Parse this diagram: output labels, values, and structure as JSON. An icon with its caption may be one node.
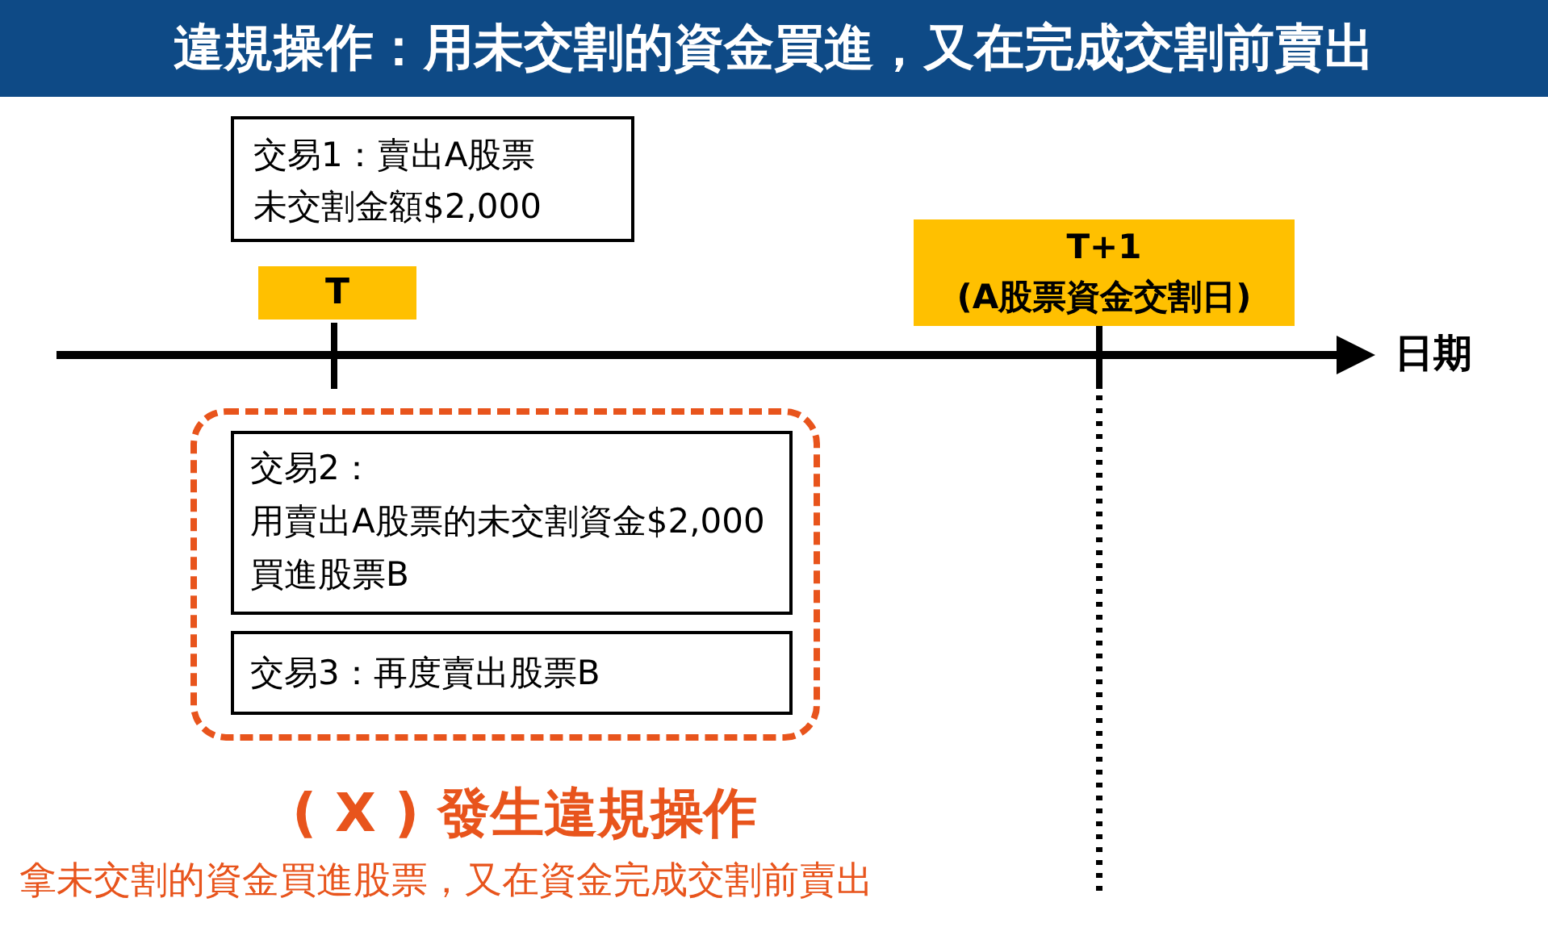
{
  "diagram": {
    "title": "違規操作：用未交割的資金買進，又在完成交割前賣出",
    "nodes": [
      {
        "text": [
          "交易1：賣出A股票",
          "未交割金額$2,000"
        ]
      },
      {
        "text": [
          "T"
        ]
      },
      {
        "text": [
          "T+1",
          "(A股票資金交割日)"
        ]
      },
      {
        "text": [],
        "shape": "box"
      },
      {
        "text": [
          "交易2：",
          "用賣出A股票的未交割資金$2,000買進股票B"
        ],
        "in": 3
      },
      {
        "text": [
          "交易3：再度賣出股票B"
        ],
        "in": 3
      }
    ],
    "labels": [
      "日期",
      "( X ) 發生違規操作",
      "拿未交割的資金買進股票，又在資金完成交割前賣出"
    ]
  }
}
